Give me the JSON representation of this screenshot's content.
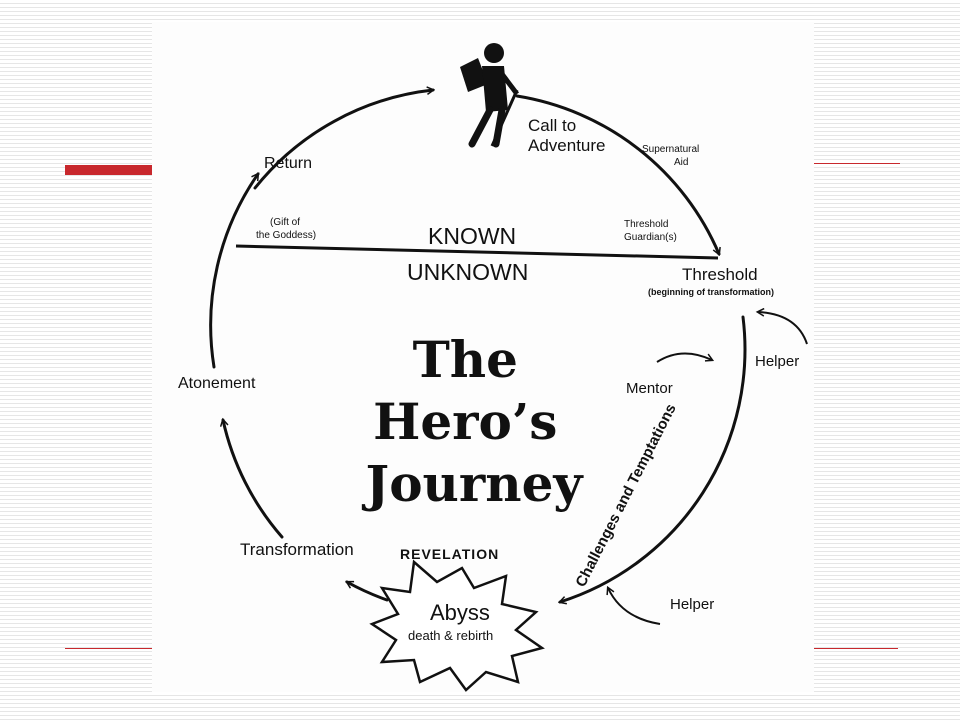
{
  "diagram": {
    "title_lines": [
      "The",
      "Hero’s",
      "Journey"
    ],
    "divider": {
      "above": "KNOWN",
      "below": "UNKNOWN"
    },
    "stages": {
      "call_to_adventure_line1": "Call to",
      "call_to_adventure_line2": "Adventure",
      "supernatural_aid_line1": "Supernatural",
      "supernatural_aid_line2": "Aid",
      "threshold_guardians_line1": "Threshold",
      "threshold_guardians_line2": "Guardian(s)",
      "threshold": "Threshold",
      "threshold_note": "(beginning of transformation)",
      "helper_upper": "Helper",
      "mentor": "Mentor",
      "challenges": "Challenges and Temptations",
      "helper_lower": "Helper",
      "revelation": "REVELATION",
      "abyss": "Abyss",
      "abyss_note": "death & rebirth",
      "transformation": "Transformation",
      "atonement": "Atonement",
      "return": "Return",
      "gift_line1": "(Gift of",
      "gift_line2": "the Goddess)"
    },
    "icons": {
      "hero": "hiker-icon"
    },
    "colors": {
      "ink": "#111111",
      "accent_rule": "#c8282d"
    }
  }
}
